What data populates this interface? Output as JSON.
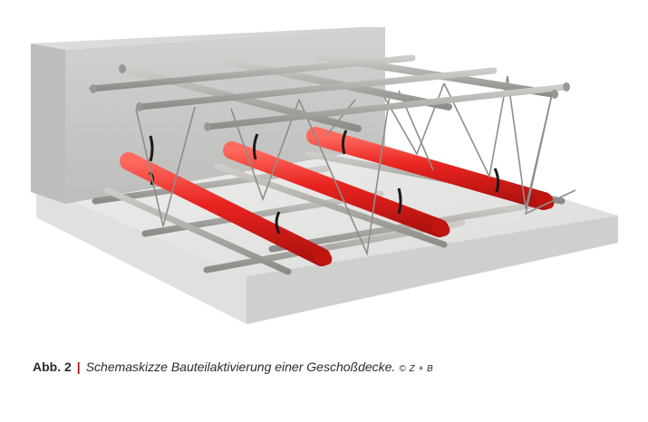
{
  "figure": {
    "caption_label": "Abb. 2",
    "caption_separator": "|",
    "caption_text": "Schemaskizze Bauteilaktivierung einer Geschoßdecke.",
    "caption_credit": "© Z + B"
  },
  "colors": {
    "concrete_slab_top": "#e6e6e4",
    "concrete_slab_front": "#d4d4d2",
    "concrete_wall": "#c9c9c7",
    "rebar": "#a8a6a2",
    "pipe": "#e8231f",
    "pipe_highlight": "#ff6a5e",
    "tie": "#1a1a1a",
    "caption_separator": "#b0161b"
  }
}
